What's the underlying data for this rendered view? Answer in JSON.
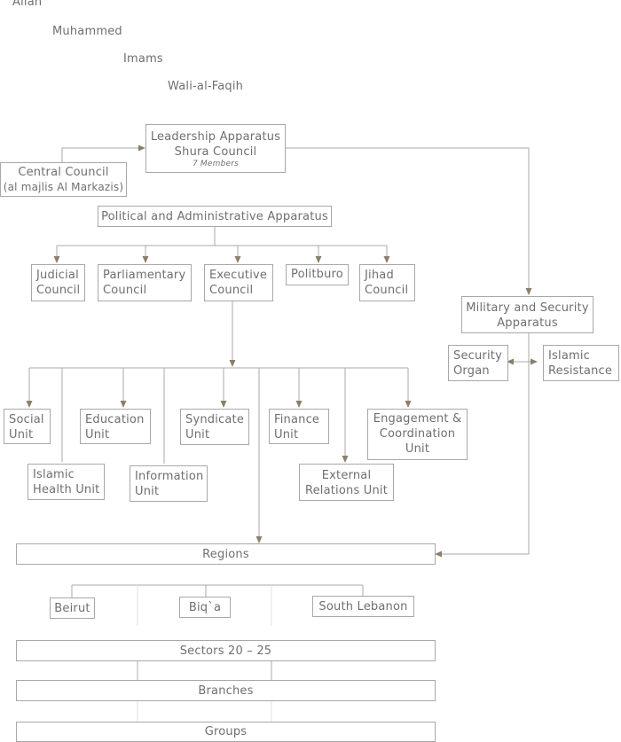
{
  "hierarchy": [
    "Allah",
    "Muhammed",
    "Imams",
    "Wali-al-Faqih"
  ],
  "leadership": {
    "line1": "Leadership Apparatus",
    "line2": "Shura Council",
    "line3": "7 Members"
  },
  "central_council": {
    "line1": "Central Council",
    "line2": "(al majlis Al Markazis)"
  },
  "political_admin": "Political and Administrative Apparatus",
  "councils": {
    "judicial": [
      "Judicial",
      "Council"
    ],
    "parliamentary": [
      "Parliamentary",
      "Council"
    ],
    "executive": [
      "Executive",
      "Council"
    ],
    "politburo": [
      "Politburo"
    ],
    "jihad": [
      "Jihad",
      "Council"
    ]
  },
  "military": [
    "Military and Security",
    "Apparatus"
  ],
  "security_organ": [
    "Security",
    "Organ"
  ],
  "islamic_resistance": [
    "Islamic",
    "Resistance"
  ],
  "units": {
    "social": [
      "Social",
      "Unit"
    ],
    "islamic_health": [
      "Islamic",
      "Health Unit"
    ],
    "education": [
      "Education",
      "Unit"
    ],
    "information": [
      "Information",
      "Unit"
    ],
    "syndicate": [
      "Syndicate",
      "Unit"
    ],
    "finance": [
      "Finance",
      "Unit"
    ],
    "external_relations": [
      "External",
      "Relations Unit"
    ],
    "engagement": [
      "Engagement &",
      "Coordination",
      "Unit"
    ]
  },
  "regions": "Regions",
  "region_list": [
    "Beirut",
    "Biq`a",
    "South Lebanon"
  ],
  "sectors": "Sectors 20 – 25",
  "branches": "Branches",
  "groups": "Groups",
  "colors": {
    "line": "#a8a8a8",
    "arrow": "#8a7f6a",
    "text": "#6f6f6f"
  }
}
